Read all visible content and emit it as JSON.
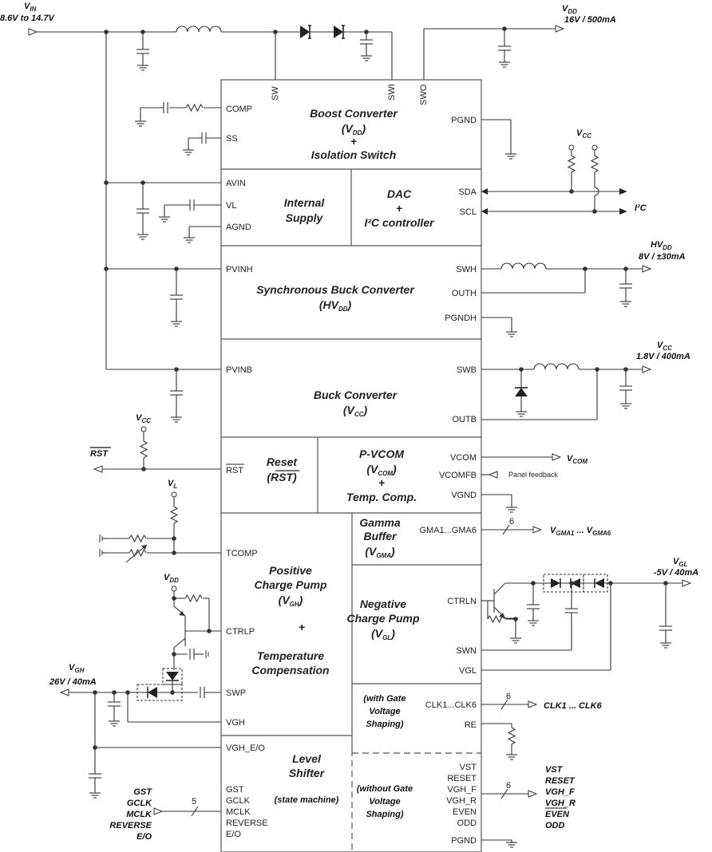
{
  "ic": {
    "boost": {
      "line1": "Boost Converter",
      "line2": "(V",
      "line2_sub": "DD",
      "line2_end": ")",
      "line3": "+",
      "line4": "Isolation Switch"
    },
    "internal_supply": {
      "line1": "Internal",
      "line2": "Supply"
    },
    "dac": {
      "line1": "DAC",
      "line2": "+",
      "line3": "I²C controller"
    },
    "sync_buck": {
      "line1": "Synchronous Buck Converter",
      "line2": "(HV",
      "line2_sub": "DD",
      "line2_end": ")"
    },
    "buck": {
      "line1": "Buck Converter",
      "line2": "(V",
      "line2_sub": "CC",
      "line2_end": ")"
    },
    "reset": {
      "line1": "Reset",
      "line2": "(RST)"
    },
    "pvcom": {
      "line1": "P-VCOM",
      "line2": "(V",
      "line2_sub": "COM",
      "line2_end": ")",
      "line3": "+",
      "line4": "Temp. Comp."
    },
    "gamma": {
      "line1": "Gamma",
      "line2": "Buffer",
      "line3": "(V",
      "line3_sub": "GMA",
      "line3_end": ")"
    },
    "pos_cp": {
      "line1": "Positive",
      "line2": "Charge Pump",
      "line3": "(V",
      "line3_sub": "GH",
      "line3_end": ")",
      "line4": "+",
      "line5": "Temperature",
      "line6": "Compensation"
    },
    "neg_cp": {
      "line1": "Negative",
      "line2": "Charge Pump",
      "line3": "(V",
      "line3_sub": "GL",
      "line3_end": ")"
    },
    "with_gvs": {
      "line1": "(with Gate",
      "line2": "Voltage",
      "line3": "Shaping)"
    },
    "level_shifter": {
      "line1": "Level",
      "line2": "Shifter",
      "line3": "(state machine)"
    },
    "without_gvs": {
      "line1": "(without Gate",
      "line2": "Voltage",
      "line3": "Shaping)"
    }
  },
  "pins": {
    "sw": "SW",
    "swi": "SWI",
    "swo": "SWO",
    "comp": "COMP",
    "ss": "SS",
    "pgnd": "PGND",
    "avin": "AVIN",
    "vl": "VL",
    "agnd": "AGND",
    "sda": "SDA",
    "scl": "SCL",
    "pvinh": "PVINH",
    "swh": "SWH",
    "outh": "OUTH",
    "pgndh": "PGNDH",
    "pvinb": "PVINB",
    "swb": "SWB",
    "outb": "OUTB",
    "rst": "RST",
    "vcom": "VCOM",
    "vcomfb": "VCOMFB",
    "vgnd": "VGND",
    "gma": "GMA1...GMA6",
    "tcomp": "TCOMP",
    "ctrlp": "CTRLP",
    "swp": "SWP",
    "vgh": "VGH",
    "ctrln": "CTRLN",
    "swn": "SWN",
    "vgl": "VGL",
    "clk": "CLK1...CLK6",
    "re": "RE",
    "vgh_eo": "VGH_E/O",
    "gst": "GST",
    "gclk": "GCLK",
    "mclk": "MCLK",
    "reverse": "REVERSE",
    "eo": "E/O",
    "vst": "VST",
    "reset": "RESET",
    "vgh_f": "VGH_F",
    "vgh_r": "VGH_R",
    "even": "EVEN",
    "odd": "ODD",
    "pgnd2": "PGND"
  },
  "external": {
    "vin_label": "V",
    "vin_sub": "IN",
    "vin_range": "8.6V to 14.7V",
    "vdd_label": "V",
    "vdd_sub": "DD",
    "vdd_rating": "16V / 500mA",
    "vcc_top_label": "V",
    "vcc_top_sub": "CC",
    "i2c": "I²C",
    "hvdd_label": "HV",
    "hvdd_sub": "DD",
    "hvdd_rating": "8V / ±30mA",
    "vcc_label": "V",
    "vcc_sub": "CC",
    "vcc_rating": "1.8V / 400mA",
    "rst_out": "RST",
    "vcc_rst_label": "V",
    "vcc_rst_sub": "CC",
    "vcom_label": "V",
    "vcom_sub": "COM",
    "panel_feedback": "Panel feedback",
    "gma_count": "6",
    "vgma_label": "V",
    "vgma_sub": "GMA1",
    "vgma_mid": " ... V",
    "vgma_sub2": "GMA6",
    "vl_label": "V",
    "vl_sub": "L",
    "vdd2_label": "V",
    "vdd2_sub": "DD",
    "vgl_label": "V",
    "vgl_sub": "GL",
    "vgl_rating": "-5V / 40mA",
    "vgh_label": "V",
    "vgh_sub": "GH",
    "vgh_rating": "26V / 40mA",
    "clk_count": "6",
    "clk_out": "CLK1 ... CLK6",
    "ls_in_count": "5",
    "ls_in": [
      "GST",
      "GCLK",
      "MCLK",
      "REVERSE",
      "E/O"
    ],
    "ls_out_count": "6",
    "ls_out": [
      "VST",
      "RESET",
      "VGH_F",
      "VGH_R",
      "EVEN",
      "ODD"
    ]
  }
}
